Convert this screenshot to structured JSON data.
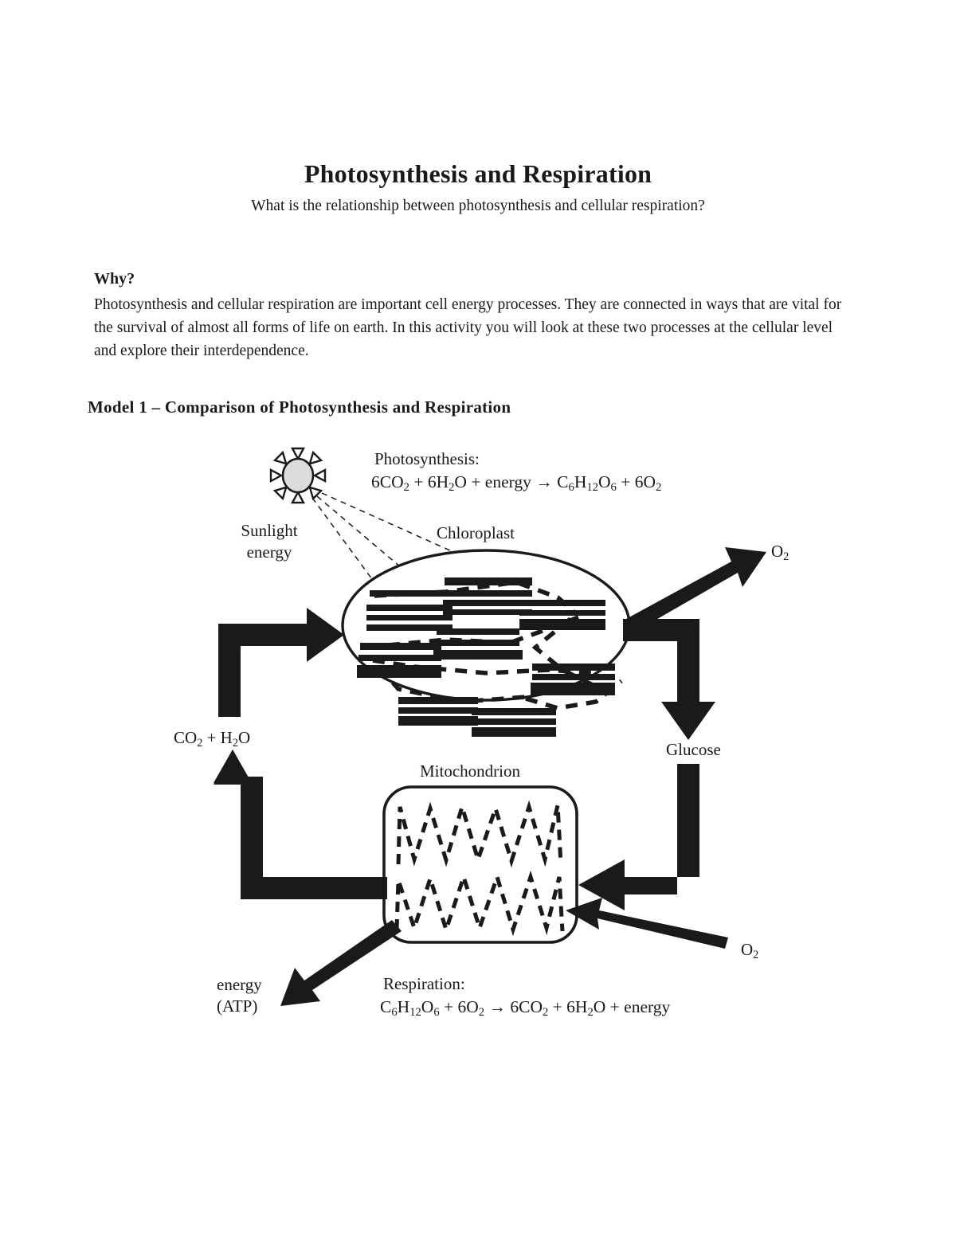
{
  "document": {
    "title": "Photosynthesis and Respiration",
    "subtitle": "What is the relationship between photosynthesis and cellular respiration?"
  },
  "why_section": {
    "heading": "Why?",
    "body": "Photosynthesis and cellular respiration are important cell energy processes. They are connected in ways that are vital for the survival of almost all forms of life on earth. In this activity you will look at these two processes at the cellular level and explore their interdependence."
  },
  "model": {
    "heading": "Model 1 – Comparison of Photosynthesis and Respiration"
  },
  "diagram": {
    "photosynthesis_label": "Photosynthesis:",
    "photosynthesis_equation": "6CO2 + 6H2O + energy → C6H12O6 + 6O2",
    "photosynthesis_equation_parts": {
      "reactants": "6CO2 + 6H2O + energy",
      "arrow": "→",
      "products": "C6H12O6 + 6O2"
    },
    "respiration_label": "Respiration:",
    "respiration_equation": "C6H12O6 + 6O2 → 6CO2 + 6H2O + energy",
    "respiration_equation_parts": {
      "reactants": "C6H12O6 + 6O2",
      "arrow": "→",
      "products": "6CO2 + 6H2O + energy"
    },
    "sunlight_label": "Sunlight energy",
    "chloroplast_label": "Chloroplast",
    "mitochondrion_label": "Mitochondrion",
    "oxygen_output_label": "O2",
    "oxygen_input_label": "O2",
    "glucose_label": "Glucose",
    "co2_water_label": "CO2 + H2O",
    "energy_atp_label": "energy (ATP)",
    "energy_atp_line1": "energy",
    "energy_atp_line2": "(ATP)",
    "sunlight_line1": "Sunlight",
    "sunlight_line2": "energy",
    "icons": {
      "sun": "sun-icon",
      "chloroplast": "chloroplast-icon",
      "mitochondrion": "mitochondrion-icon"
    },
    "colors": {
      "ink": "#1a1a1a",
      "sun_fill": "#dcdcdc",
      "page": "#ffffff"
    }
  }
}
